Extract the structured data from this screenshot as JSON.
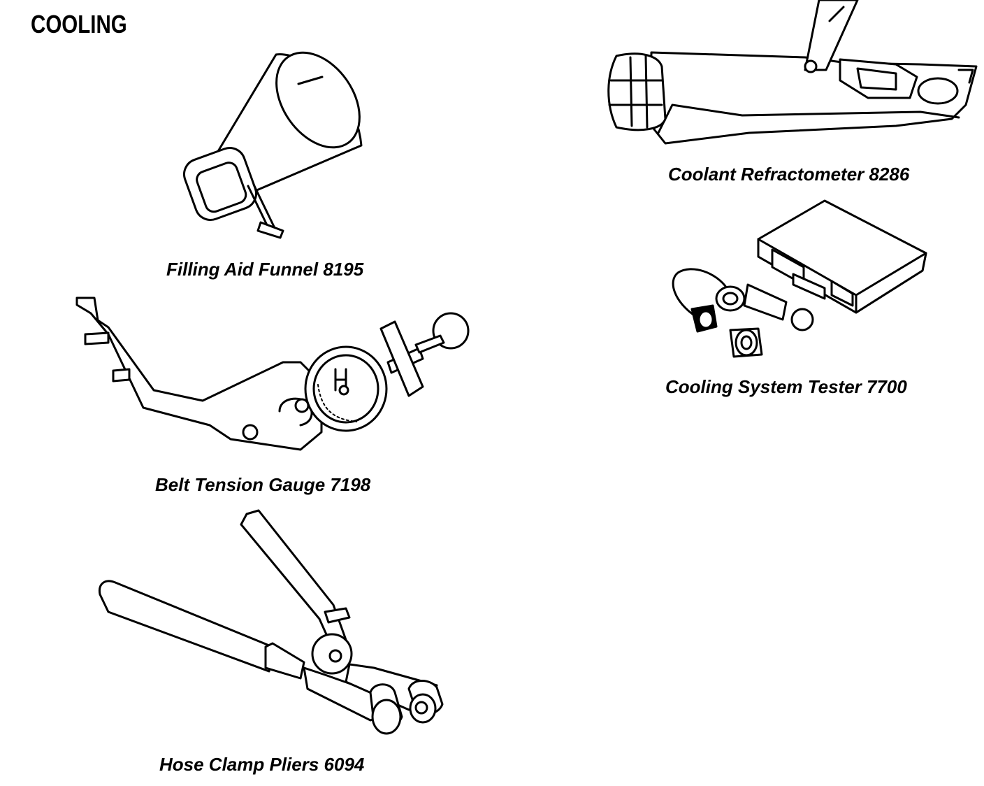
{
  "page": {
    "heading": "COOLING"
  },
  "tools": [
    {
      "caption": "Filling Aid Funnel 8195",
      "icon": "funnel-icon"
    },
    {
      "caption": "Belt Tension Gauge 7198",
      "icon": "tension-gauge-icon"
    },
    {
      "caption": "Hose Clamp Pliers 6094",
      "icon": "pliers-icon"
    },
    {
      "caption": "Coolant Refractometer 8286",
      "icon": "refractometer-icon"
    },
    {
      "caption": "Cooling System Tester 7700",
      "icon": "pressure-tester-icon"
    }
  ],
  "colors": {
    "ink": "#000000",
    "paper": "#ffffff"
  }
}
